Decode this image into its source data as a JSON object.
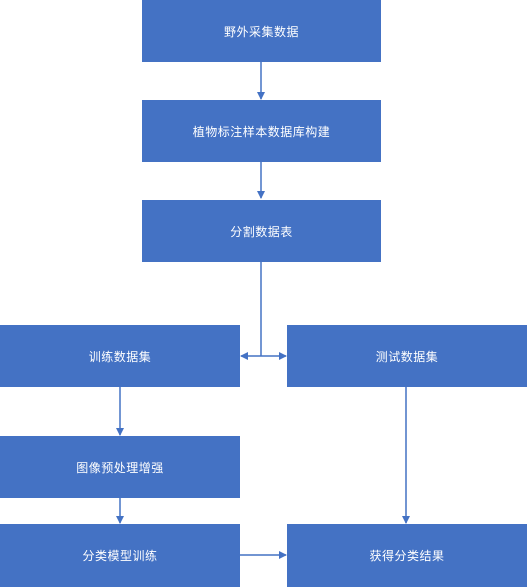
{
  "diagram": {
    "nodes": {
      "field_collection": "野外采集数据",
      "database_build": "植物标注样本数据库构建",
      "split_table": "分割数据表",
      "train_set": "训练数据集",
      "test_set": "测试数据集",
      "preprocess": "图像预处理增强",
      "train_model": "分类模型训练",
      "result": "获得分类结果"
    },
    "colors": {
      "node_fill": "#4472c4",
      "node_text": "#ffffff",
      "edge": "#4472c4"
    }
  }
}
